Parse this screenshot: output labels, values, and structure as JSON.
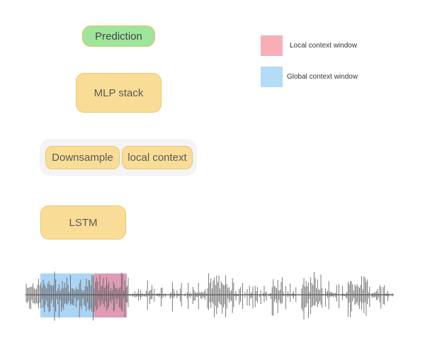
{
  "diagram": {
    "prediction_label": "Prediction",
    "mlp_label": "MLP stack",
    "downsample_label": "Downsample",
    "local_context_label": "local context",
    "lstm_label": "LSTM"
  },
  "legend": {
    "local": {
      "label": "Local context window",
      "color": "#f8aeb6"
    },
    "global": {
      "label": "Global context window",
      "color": "#b3dcf7"
    }
  },
  "colors": {
    "box_fill": "#f9dd96",
    "box_border": "#ecc56c",
    "prediction_fill": "#9ee69b",
    "signal": "#555555",
    "global_window": "#9dcdf2",
    "local_window": "#d98aa8"
  }
}
